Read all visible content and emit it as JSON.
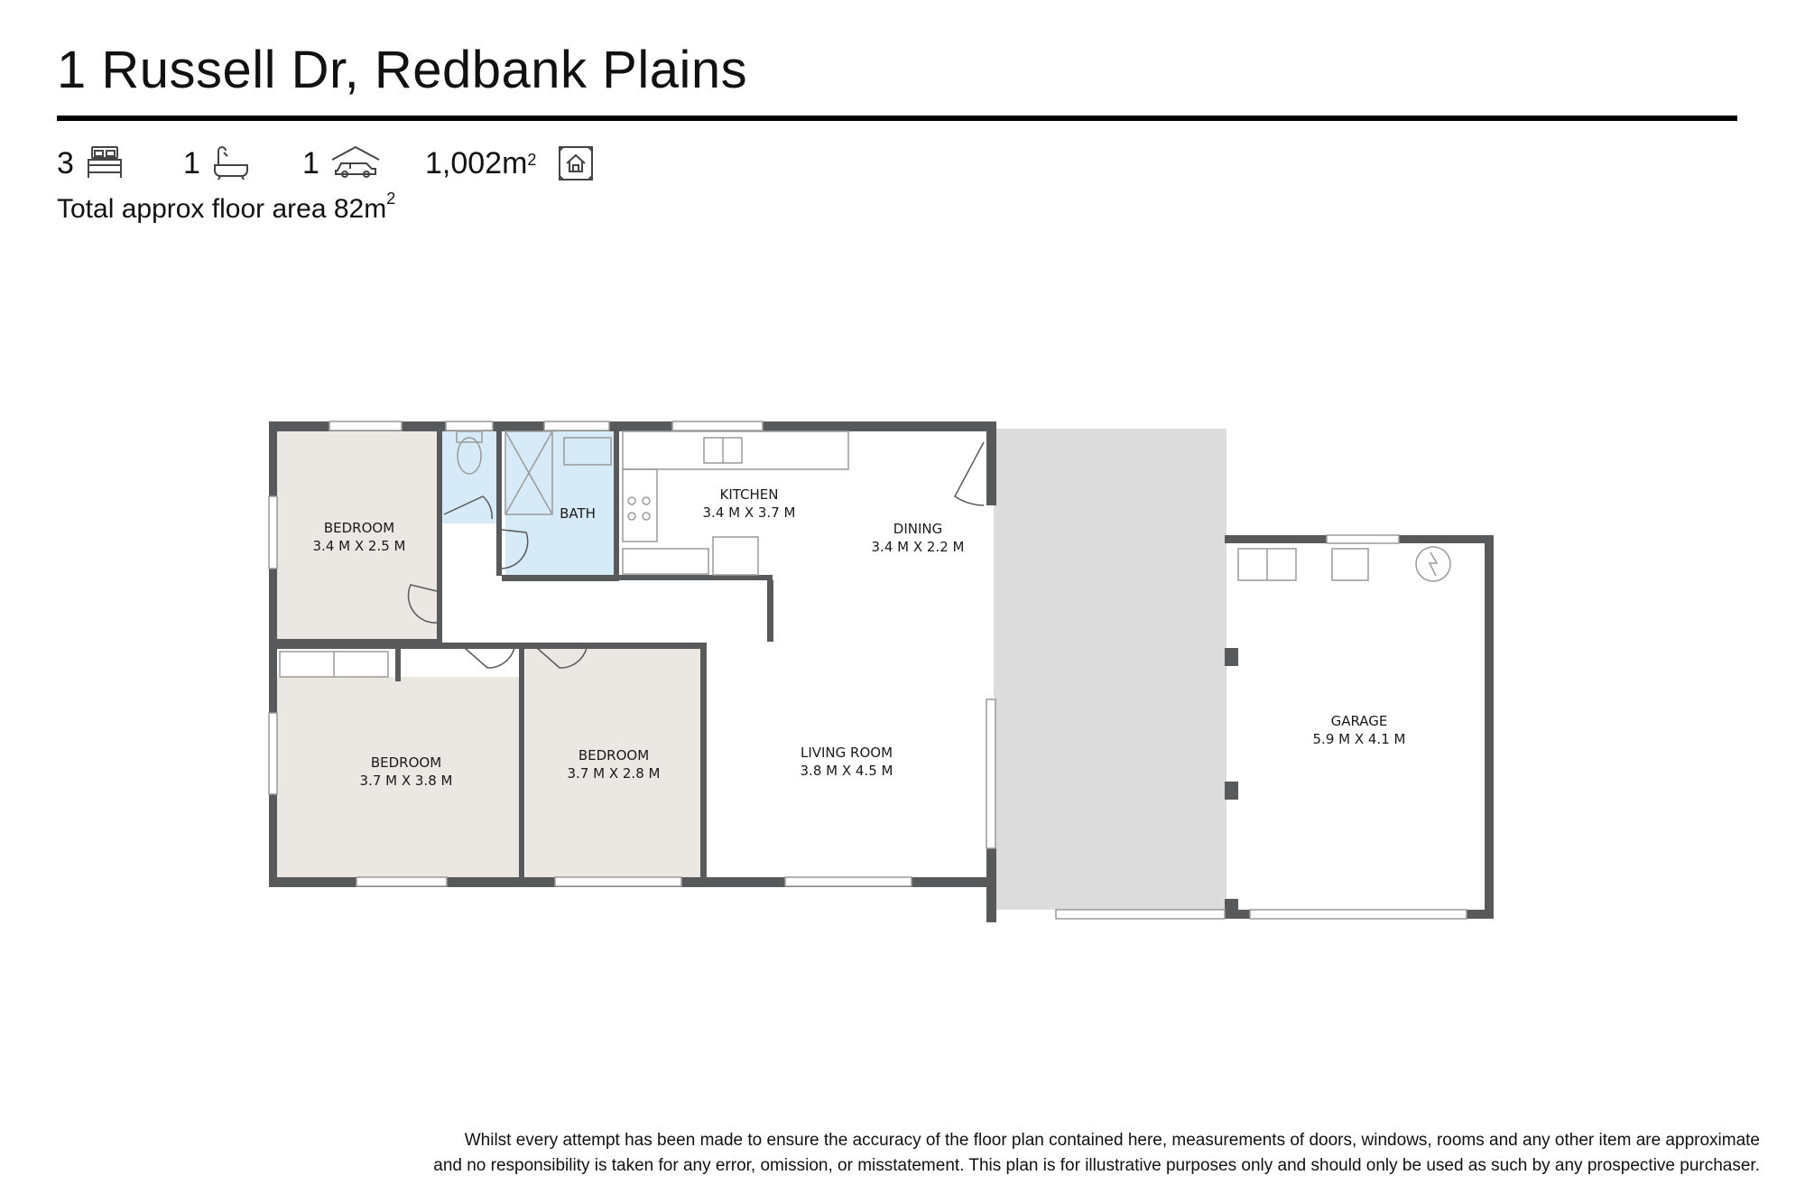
{
  "header": {
    "address": "1 Russell Dr, Redbank Plains"
  },
  "stats": {
    "bedrooms": "3",
    "bathrooms": "1",
    "garages": "1",
    "land_area": "1,002m",
    "land_area_unit_sup": "2",
    "floor_area_label": "Total approx floor area 82m",
    "floor_area_sup": "2"
  },
  "icons": {
    "bed": "bed-icon",
    "bath": "bath-icon",
    "car": "car-icon",
    "land": "land-area-icon"
  },
  "colors": {
    "wall": "#58595b",
    "room_fill": "#ebe7e3",
    "wet_area_fill": "#d6ebf7",
    "carport_fill": "#dcdcdc",
    "window": "#c7c7c7"
  },
  "rooms": {
    "bedroom1": {
      "name": "BEDROOM",
      "size": "3.4 M X 2.5 M"
    },
    "bedroom2": {
      "name": "BEDROOM",
      "size": "3.7 M X 3.8 M"
    },
    "bedroom3": {
      "name": "BEDROOM",
      "size": "3.7 M X 2.8 M"
    },
    "bath": {
      "name": "BATH"
    },
    "kitchen": {
      "name": "KITCHEN",
      "size": "3.4 M X 3.7 M"
    },
    "dining": {
      "name": "DINING",
      "size": "3.4 M X 2.2 M"
    },
    "living": {
      "name": "LIVING ROOM",
      "size": "3.8 M X 4.5 M"
    },
    "garage": {
      "name": "GARAGE",
      "size": "5.9 M X 4.1 M"
    }
  },
  "disclaimer": {
    "line1": "Whilst every attempt has been made to ensure the accuracy of the floor plan contained here, measurements of doors, windows, rooms and any other item are approximate",
    "line2": "and no responsibility is taken for any error, omission, or misstatement. This plan is for illustrative purposes only and should only be used as such by any prospective purchaser."
  }
}
